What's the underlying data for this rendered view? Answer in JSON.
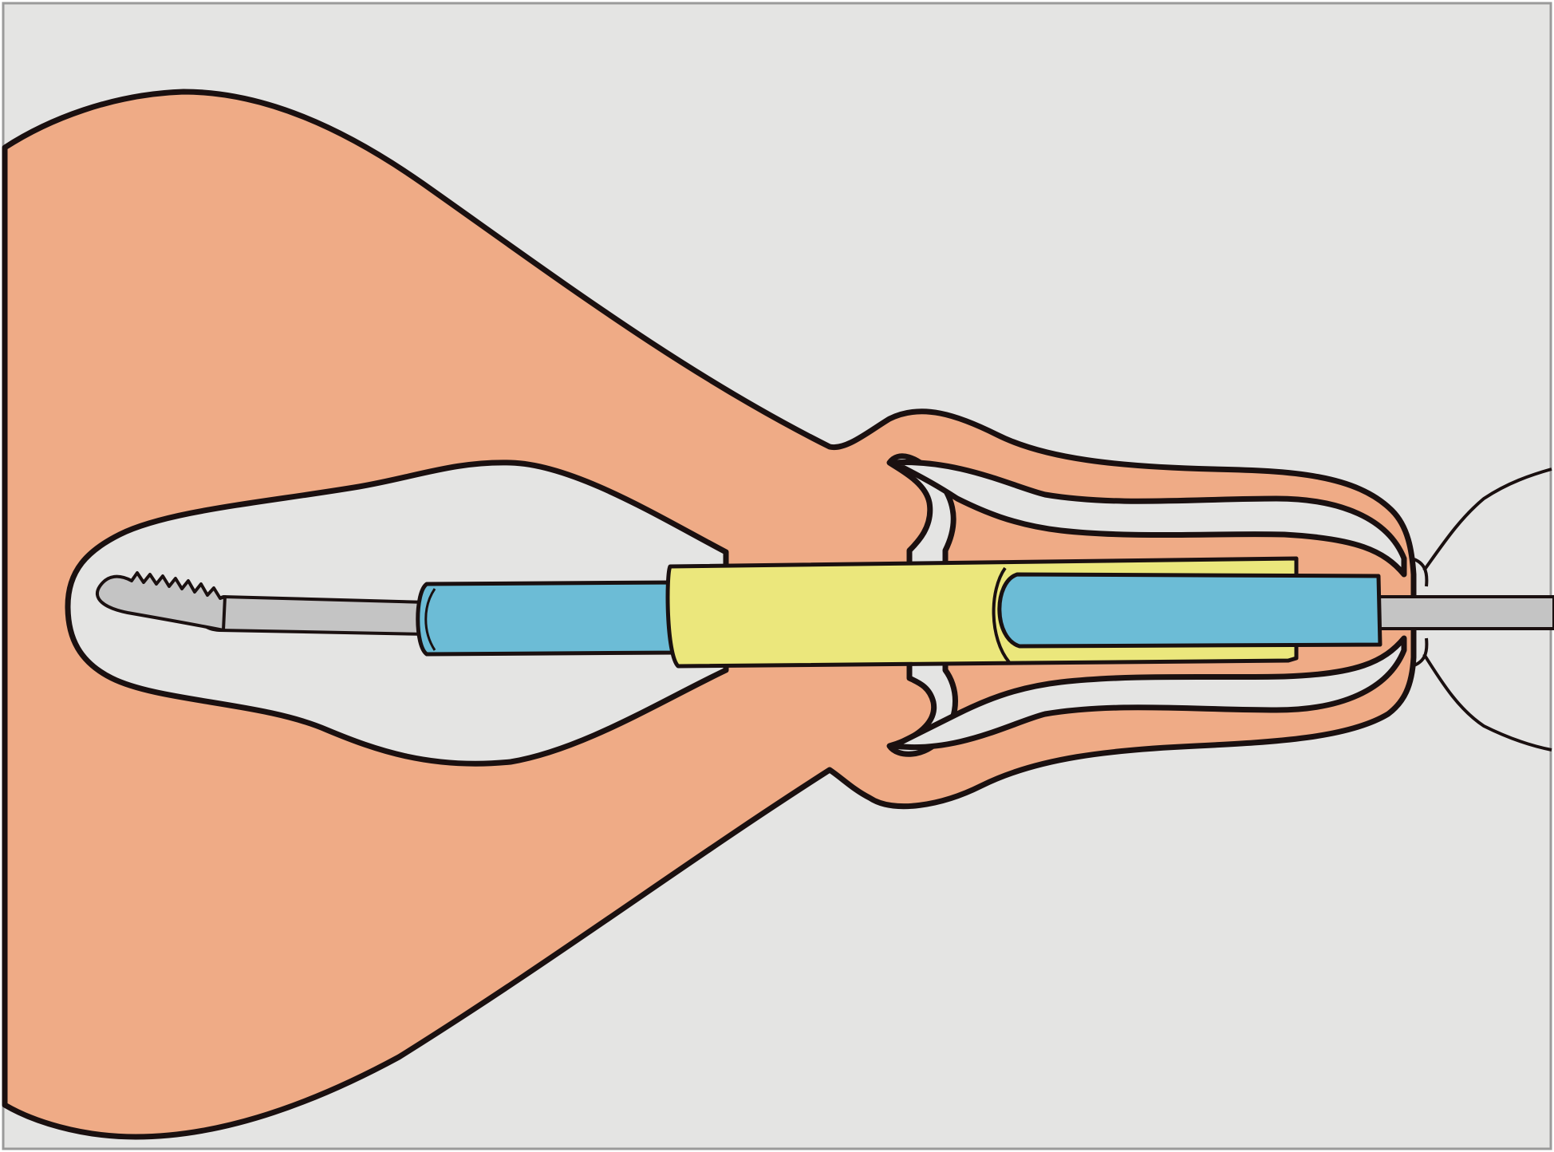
{
  "diagram": {
    "colors": {
      "background": "#e4e4e3",
      "tissue": "#efab86",
      "outline": "#1a1010",
      "blue_sheath": "#6cbcd6",
      "yellow_sleeve": "#ebe77c",
      "instrument": "#c4c4c4",
      "frame_border": "#9a9a9a"
    },
    "components": [
      {
        "name": "uterine-cavity-body",
        "fill": "tissue"
      },
      {
        "name": "cervical-canal-wall",
        "fill": "tissue"
      },
      {
        "name": "vaginal-opening",
        "fill": "none"
      },
      {
        "name": "blue-sheath",
        "fill": "blue_sheath"
      },
      {
        "name": "yellow-sleeve",
        "fill": "yellow_sleeve"
      },
      {
        "name": "serrated-instrument-tip",
        "fill": "instrument"
      },
      {
        "name": "instrument-rod",
        "fill": "instrument"
      }
    ]
  }
}
